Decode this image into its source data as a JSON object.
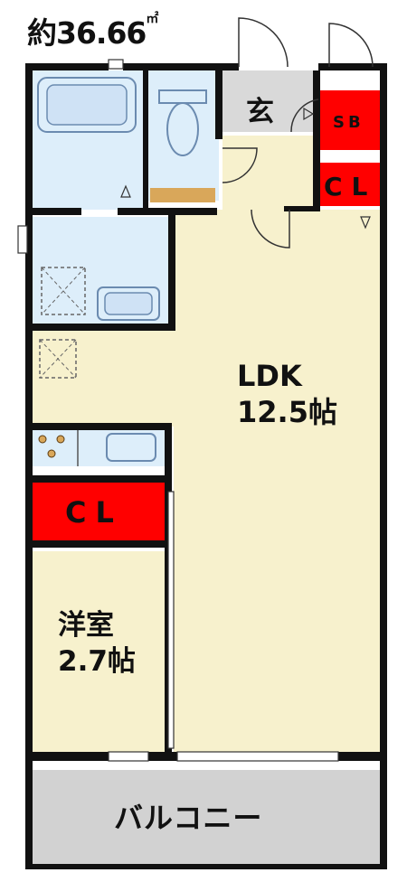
{
  "header": {
    "area_text": "約36.66",
    "area_unit": "㎡"
  },
  "rooms": {
    "ldk_label": "LDK",
    "ldk_size": "12.5帖",
    "western_label": "洋室",
    "western_size": "2.7帖",
    "entrance": "玄",
    "closet_main": "CL",
    "closet_entry": "CL",
    "shoe_box": "SB",
    "balcony": "バルコニー"
  },
  "colors": {
    "floor": "#f7f1cd",
    "wet_area": "#ddeefa",
    "closet": "#ff0000",
    "entrance": "#d9d9d9",
    "balcony": "#d2d2d2",
    "wall": "#111111",
    "door_floor": "#d9a75a"
  }
}
